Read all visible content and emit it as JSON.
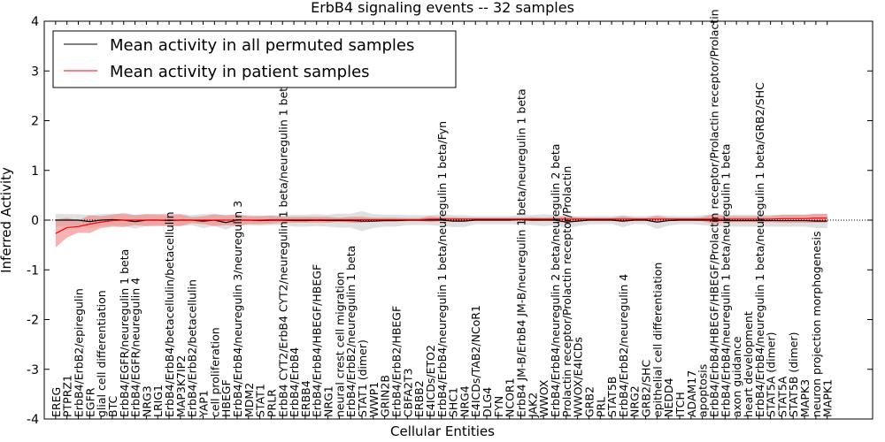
{
  "chart_data": {
    "type": "line",
    "title": "ErbB4 signaling events -- 32 samples",
    "xlabel": "Cellular Entities",
    "ylabel": "Inferred Activity",
    "ylim": [
      -4,
      4
    ],
    "xlim": [
      -1,
      72
    ],
    "yticks": [
      -4,
      -3,
      -2,
      -1,
      0,
      1,
      2,
      3,
      4
    ],
    "grid": false,
    "legend": {
      "placement": "top-left",
      "entries": [
        {
          "label": "Mean activity in all permuted samples",
          "color": "#000000"
        },
        {
          "label": "Mean activity in patient samples",
          "color": "#ff0000"
        }
      ]
    },
    "categories": [
      "EREG",
      "PTPRZ1",
      "ErbB4/ErbB2/epiregulin",
      "EGFR",
      "glial cell differentiation",
      "BTC",
      "ErbB4/EGFR/neuregulin 1 beta",
      "ErbB4/EGFR/neuregulin 4",
      "NRG3",
      "LRIG1",
      "ErbB4/ErbB4/betacellulin/betacellulin",
      "MAP3K7IP2",
      "ErbB4/ErbB2/betacellulin",
      "YAP1",
      "cell proliferation",
      "HBEGF",
      "ErbB4/ErbB4/neuregulin 3/neuregulin 3",
      "MDM2",
      "STAT1",
      "PRLR",
      "ErbB4 CYT2/ErbB4 CYT2/neuregulin 1 beta/neuregulin 1 beta",
      "ErbB4/ErbB4",
      "ERBB4",
      "ErbB4/ErbB4/HBEGF/HBEGF",
      "NRG1",
      "neural crest cell migration",
      "ErbB4/ErbB2/neuregulin 1 beta",
      "STAT1 (dimer)",
      "WWP1",
      "GRIN2B",
      "ErbB4/ErbB2/HBEGF",
      "CBFA2T3",
      "ERBB2",
      "E4ICDs/ETO2",
      "ErbB4/ErbB4/neuregulin 1 beta/neuregulin 1 beta/Fyn",
      "SHC1",
      "NRG4",
      "E4ICDs/TAB2/NCoR1",
      "DLG4",
      "FYN",
      "NCOR1",
      "ErbB4 JM-B/ErbB4 JM-B/neuregulin 1 beta/neuregulin 1 beta",
      "JAK2",
      "WWOX",
      "ErbB4/ErbB4/neuregulin 2 beta/neuregulin 2 beta",
      "Prolactin receptor/Prolactin receptor/Prolactin",
      "WWOX/E4ICDs",
      "GRB2",
      "PRL",
      "STAT5B",
      "ErbB4/ErbB2/neuregulin 4",
      "NRG2",
      "GRB2/SHC",
      "epithelial cell differentiation",
      "NEDD4",
      "ITCH",
      "ADAM17",
      "apoptosis",
      "ErbB4/ErbB4/HBEGF/HBEGF/Prolactin receptor/Prolactin receptor/Prolactin",
      "ErbB4/ErbB4/neuregulin 1 beta/neuregulin 1 beta",
      "axon guidance",
      "heart development",
      "ErbB4/ErbB4/neuregulin 1 beta/neuregulin 1 beta/GRB2/SHC",
      "STAT5A (dimer)",
      "STAT5A",
      "STAT5B (dimer)",
      "MAPK3",
      "neuron projection morphogenesis",
      "MAPK1"
    ],
    "series": [
      {
        "name": "Mean activity in all permuted samples",
        "color": "#000000",
        "band_color": "#cccccc",
        "values": [
          0,
          0,
          0,
          -0.03,
          0,
          0.01,
          0,
          -0.03,
          0,
          0,
          -0.01,
          0,
          0,
          -0.02,
          0,
          -0.05,
          0,
          0,
          -0.01,
          0,
          0,
          -0.01,
          -0.01,
          0,
          -0.01,
          -0.01,
          -0.01,
          -0.02,
          -0.02,
          -0.01,
          -0.01,
          0,
          0,
          0,
          0,
          -0.02,
          -0.02,
          0,
          0,
          0,
          0,
          0.01,
          0,
          0,
          0,
          -0.04,
          -0.02,
          0,
          0,
          0,
          -0.02,
          0,
          0,
          -0.04,
          -0.01,
          0,
          0,
          0,
          0,
          -0.01,
          -0.01,
          -0.01,
          -0.01,
          -0.01,
          -0.01,
          -0.01,
          -0.01,
          -0.02,
          -0.02
        ],
        "band": [
          0.13,
          0.12,
          0.12,
          0.13,
          0.12,
          0.12,
          0.12,
          0.14,
          0.12,
          0.1,
          0.1,
          0.12,
          0.1,
          0.14,
          0.12,
          0.14,
          0.1,
          0.1,
          0.1,
          0.1,
          0.1,
          0.12,
          0.12,
          0.12,
          0.12,
          0.14,
          0.14,
          0.2,
          0.14,
          0.12,
          0.12,
          0.1,
          0.1,
          0.1,
          0.12,
          0.12,
          0.12,
          0.08,
          0.08,
          0.08,
          0.08,
          0.1,
          0.1,
          0.12,
          0.1,
          0.12,
          0.1,
          0.08,
          0.08,
          0.08,
          0.12,
          0.08,
          0.08,
          0.14,
          0.1,
          0.08,
          0.08,
          0.1,
          0.12,
          0.12,
          0.12,
          0.12,
          0.12,
          0.12,
          0.12,
          0.12,
          0.12,
          0.14,
          0.14
        ]
      },
      {
        "name": "Mean activity in patient samples",
        "color": "#ff0000",
        "band_color": "#f08080",
        "values": [
          -0.27,
          -0.15,
          -0.13,
          -0.08,
          -0.04,
          -0.01,
          0,
          0,
          0,
          0,
          0,
          0,
          0,
          0,
          0,
          0,
          0,
          0,
          0,
          0.01,
          0.01,
          0.01,
          0.01,
          0.01,
          0.01,
          0.01,
          0.01,
          0.01,
          0.01,
          0.01,
          0.01,
          0.01,
          0.01,
          0.02,
          0.02,
          0.02,
          0.02,
          0.02,
          0.02,
          0.02,
          0.02,
          0.02,
          0.02,
          0.02,
          0.02,
          0.02,
          0.02,
          0.02,
          0.02,
          0.02,
          0.02,
          0.02,
          0.02,
          0.02,
          0.02,
          0.02,
          0.02,
          0.02,
          0.02,
          0.02,
          0.02,
          0.02,
          0.02,
          0.02,
          0.03,
          0.03,
          0.03,
          0.04,
          0.04
        ],
        "band": [
          0.28,
          0.2,
          0.12,
          0.18,
          0.12,
          0.12,
          0.14,
          0.1,
          0.12,
          0.12,
          0.12,
          0.12,
          0.06,
          0.08,
          0.12,
          0.1,
          0.12,
          0.08,
          0.08,
          0.08,
          0.06,
          0.06,
          0.06,
          0.06,
          0.06,
          0.04,
          0.06,
          0.06,
          0.04,
          0.04,
          0.04,
          0.03,
          0.03,
          0.06,
          0.04,
          0.04,
          0.03,
          0.03,
          0.03,
          0.03,
          0.03,
          0.03,
          0.04,
          0.03,
          0.04,
          0.06,
          0.04,
          0.03,
          0.03,
          0.03,
          0.06,
          0.03,
          0.03,
          0.07,
          0.03,
          0.03,
          0.03,
          0.04,
          0.1,
          0.06,
          0.06,
          0.06,
          0.06,
          0.06,
          0.08,
          0.08,
          0.08,
          0.09,
          0.09
        ]
      }
    ]
  }
}
